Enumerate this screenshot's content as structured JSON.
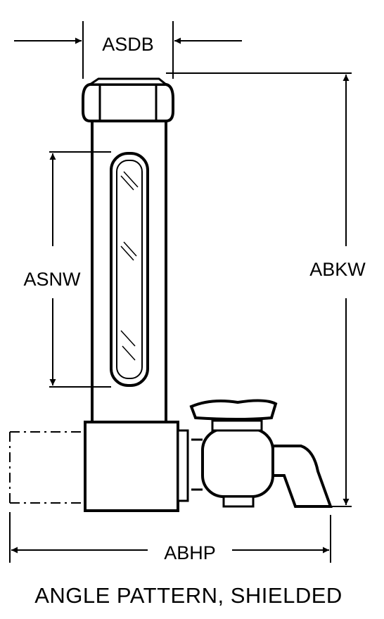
{
  "dimensions": {
    "top_width": "ASDB",
    "window_height": "ASNW",
    "overall_height": "ABKW",
    "overall_length": "ABHP"
  },
  "caption": "ANGLE PATTERN, SHIELDED"
}
